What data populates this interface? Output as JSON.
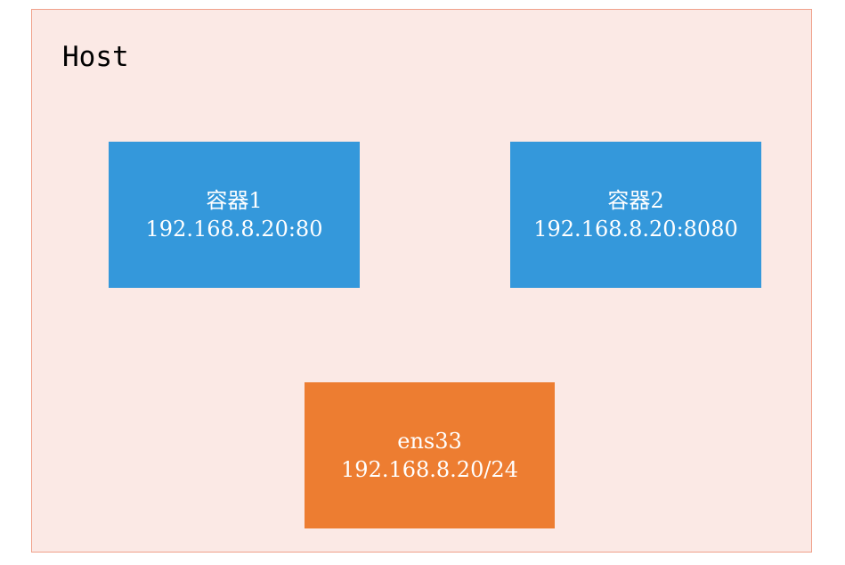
{
  "host": {
    "label": "Host",
    "fill_color": "#fbe9e5",
    "border_color": "#f0a08a"
  },
  "containers": [
    {
      "name": "容器1",
      "address": "192.168.8.20:80",
      "color": "#3498db"
    },
    {
      "name": "容器2",
      "address": "192.168.8.20:8080",
      "color": "#3498db"
    }
  ],
  "interface": {
    "name": "ens33",
    "address": "192.168.8.20/24",
    "color": "#ed7d31"
  }
}
